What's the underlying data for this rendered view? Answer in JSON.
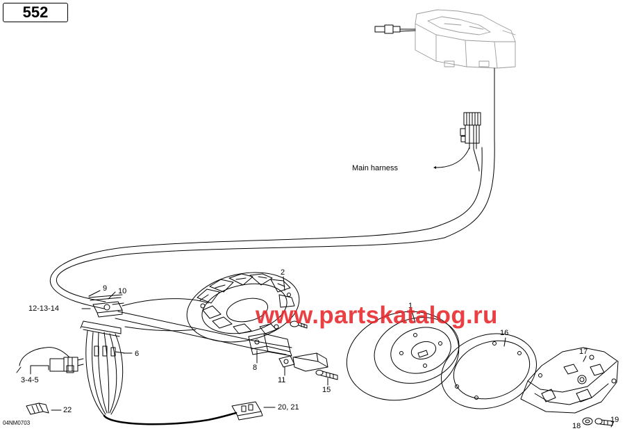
{
  "diagram": {
    "page_number": "552",
    "drawing_code": "04NM0703",
    "watermark": "www.partskatalog.ru",
    "labels": {
      "main_harness": "Main harness",
      "part_1": "1",
      "part_2": "2",
      "part_3_4_5": "3-4-5",
      "part_6": "6",
      "part_8": "8",
      "part_9": "9",
      "part_10": "10",
      "part_11": "11",
      "part_12_13_14": "12-13-14",
      "part_15": "15",
      "part_16": "16",
      "part_17": "17",
      "part_18": "18",
      "part_19": "19",
      "part_20_21": "20, 21",
      "part_22": "22"
    },
    "colors": {
      "line": "#000000",
      "ghost_part": "#9a9a9a",
      "watermark": "#e8262a"
    }
  }
}
